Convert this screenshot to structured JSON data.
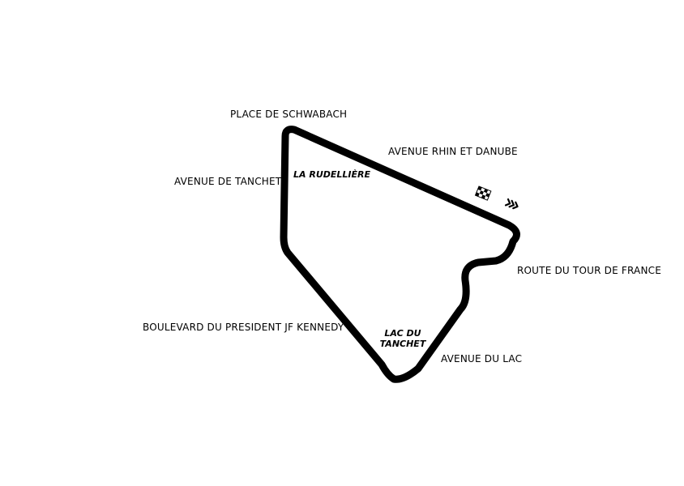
{
  "track": {
    "line_color": "#000000"
  },
  "streets": {
    "place_schwabach": "PLACE DE SCHWABACH",
    "avenue_rhin_danube": "AVENUE RHIN ET DANUBE",
    "avenue_tanchet": "AVENUE DE TANCHET",
    "route_tour_france": "ROUTE DU TOUR DE FRANCE",
    "boulevard_kennedy": "BOULEVARD DU PRESIDENT JF KENNEDY",
    "avenue_lac": "AVENUE DU LAC"
  },
  "areas": {
    "la_rudelliere": "LA RUDELLIÈRE",
    "lac_du": "LAC DU",
    "tanchet": "TANCHET"
  },
  "markers": {
    "start_finish": "checkered-flag-icon",
    "direction": "direction-chevrons-icon"
  }
}
